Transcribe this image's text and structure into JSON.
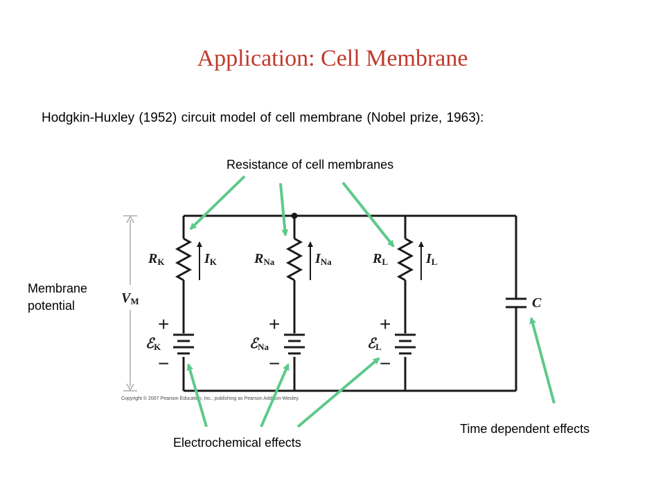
{
  "title": "Application:  Cell Membrane",
  "subtitle": "Hodgkin-Huxley (1952) circuit model of cell membrane (Nobel prize, 1963):",
  "labels": {
    "resistance": "Resistance of cell membranes",
    "membrane_line1": "Membrane",
    "membrane_line2": "potential",
    "electrochemical": "Electrochemical effects",
    "time_dependent": "Time dependent effects"
  },
  "circuit": {
    "vm": {
      "main": "V",
      "sub": "M"
    },
    "capacitor": "C",
    "branches": [
      {
        "r_main": "R",
        "r_sub": "K",
        "i_main": "I",
        "i_sub": "K",
        "e_main": "ℰ",
        "e_sub": "K"
      },
      {
        "r_main": "R",
        "r_sub": "Na",
        "i_main": "I",
        "i_sub": "Na",
        "e_main": "ℰ",
        "e_sub": "Na"
      },
      {
        "r_main": "R",
        "r_sub": "L",
        "i_main": "I",
        "i_sub": "L",
        "e_main": "ℰ",
        "e_sub": "L"
      }
    ],
    "plus": "+",
    "minus": "−",
    "copyright": "Copyright © 2007 Pearson Education, Inc., publishing as Pearson Addison-Wesley."
  },
  "colors": {
    "title": "#c0392b",
    "arrow": "#5ec98a",
    "wire": "#1a1a1a"
  }
}
